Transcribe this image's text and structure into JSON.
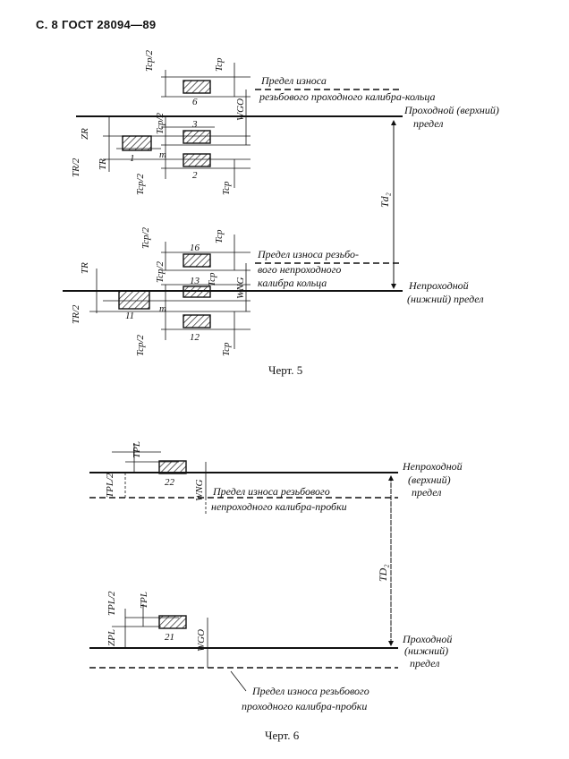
{
  "header": "С. 8 ГОСТ 28094—89",
  "fig5": {
    "caption": "Черт. 5",
    "wear_go_line1": "Предел износа",
    "wear_go_line2": "резьбового проходного калибра-кольца",
    "go_upper_line1": "Проходной (верхний)",
    "go_upper_line2": "предел",
    "wear_nogo_line1": "Предел износа резьбо-",
    "wear_nogo_line2": "вого непроходного",
    "wear_nogo_line3": "калибра кольца",
    "nogo_lower_line1": "Непроходной",
    "nogo_lower_line2": "(нижний) предел",
    "dim_td2": "Td₂",
    "sym_tcp_half": "Tcp/2",
    "sym_tcp": "Tcp",
    "sym_wgo": "WGO",
    "sym_wng": "WNG",
    "sym_zr": "ZR",
    "sym_tr_half": "TR/2",
    "sym_tr": "TR",
    "sym_m": "m",
    "boxes": [
      "6",
      "3",
      "1",
      "2",
      "16",
      "13",
      "11",
      "12"
    ]
  },
  "fig6": {
    "caption": "Черт. 6",
    "nogo_upper_line1": "Непроходной",
    "nogo_upper_line2": "(верхний)",
    "nogo_upper_line3": "предел",
    "wear_nogo_line1": "Предел износа резьбового",
    "wear_nogo_line2": "непроходного калибра-пробки",
    "go_lower_line1": "Проходной",
    "go_lower_line2": "(нижний)",
    "go_lower_line3": "предел",
    "wear_go_line1": "Предел износа резьбового",
    "wear_go_line2": "проходного калибра-пробки",
    "dim_td2": "TD₂",
    "sym_tpl_half": "TPL/2",
    "sym_tpl": "TPL",
    "sym_zpl": "ZPL",
    "sym_wng": "WNG",
    "sym_wgo": "WGO",
    "boxes": [
      "22",
      "21"
    ]
  }
}
